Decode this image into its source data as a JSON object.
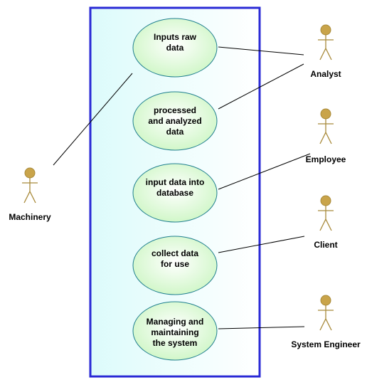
{
  "colors": {
    "boundary_stroke": "#2a2ad6",
    "boundary_fill_left": "#dcfbfb",
    "boundary_fill_right": "#ffffff",
    "usecase_fill_inner": "#ffffff",
    "usecase_fill_outer": "#cdf6c4",
    "usecase_stroke": "#1f7f8f",
    "actor_head_fill": "#c9a44a",
    "actor_stroke": "#a88a3a",
    "line": "#000000"
  },
  "use_cases": [
    {
      "id": "inputs-raw-data",
      "lines": [
        "Inputs raw",
        "data"
      ]
    },
    {
      "id": "processed-and-analyzed-data",
      "lines": [
        "processed",
        "and analyzed",
        "data"
      ]
    },
    {
      "id": "input-data-into-database",
      "lines": [
        "input data into",
        "database"
      ]
    },
    {
      "id": "collect-data-for-use",
      "lines": [
        "collect data",
        "for use"
      ]
    },
    {
      "id": "managing-and-maintaining-the-system",
      "lines": [
        "Managing and",
        "maintaining",
        "the system"
      ]
    }
  ],
  "actors": [
    {
      "id": "analyst",
      "label": "Analyst"
    },
    {
      "id": "employee",
      "label": "Employee"
    },
    {
      "id": "client",
      "label": "Client"
    },
    {
      "id": "system-engineer",
      "label": "System Engineer"
    },
    {
      "id": "machinery",
      "label": "Machinery"
    }
  ],
  "associations": [
    {
      "actor": "analyst",
      "use_case": "inputs-raw-data"
    },
    {
      "actor": "analyst",
      "use_case": "processed-and-analyzed-data"
    },
    {
      "actor": "employee",
      "use_case": "input-data-into-database"
    },
    {
      "actor": "client",
      "use_case": "collect-data-for-use"
    },
    {
      "actor": "system-engineer",
      "use_case": "managing-and-maintaining-the-system"
    },
    {
      "actor": "machinery",
      "use_case": "inputs-raw-data"
    }
  ]
}
